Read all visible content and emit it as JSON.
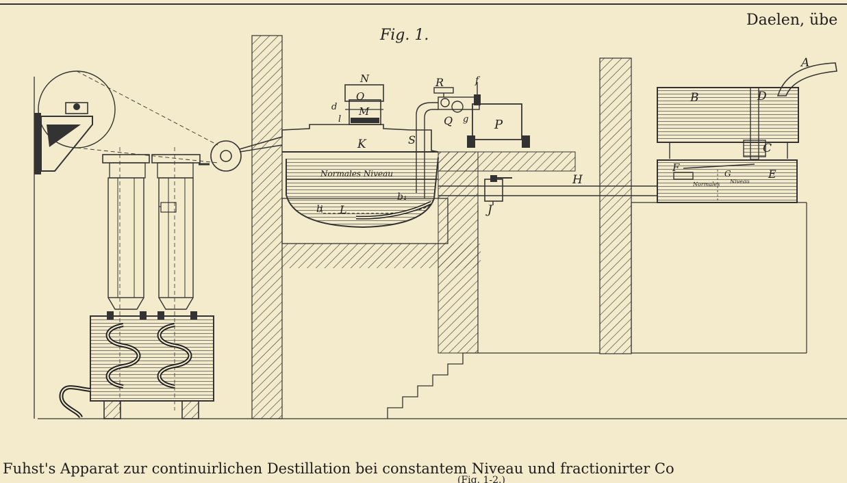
{
  "figure": {
    "title": "Fig. 1.",
    "header_fragment": "Daelen, übe",
    "caption": "Fuhst's Apparat zur continuirlichen Destillation bei constantem Niveau und fractionirter Co",
    "caption_sub": "(Fig. 1-2.)",
    "water_level_label": "Normales Niveau",
    "small_level_labels": [
      "Normales",
      "Niveau"
    ]
  },
  "parts": {
    "A": "A",
    "B": "B",
    "C": "C",
    "D": "D",
    "E": "E",
    "F": "F",
    "G": "G",
    "H": "H",
    "J": "J",
    "K": "K",
    "L": "L",
    "M": "M",
    "N": "N",
    "O": "O",
    "P": "P",
    "Q": "Q",
    "R": "R",
    "S": "S",
    "b": "b",
    "b1": "b₁",
    "d": "d",
    "f": "f",
    "g": "g",
    "l": "l"
  },
  "colors": {
    "paper": "#f3ebcb",
    "ink": "#222222"
  }
}
